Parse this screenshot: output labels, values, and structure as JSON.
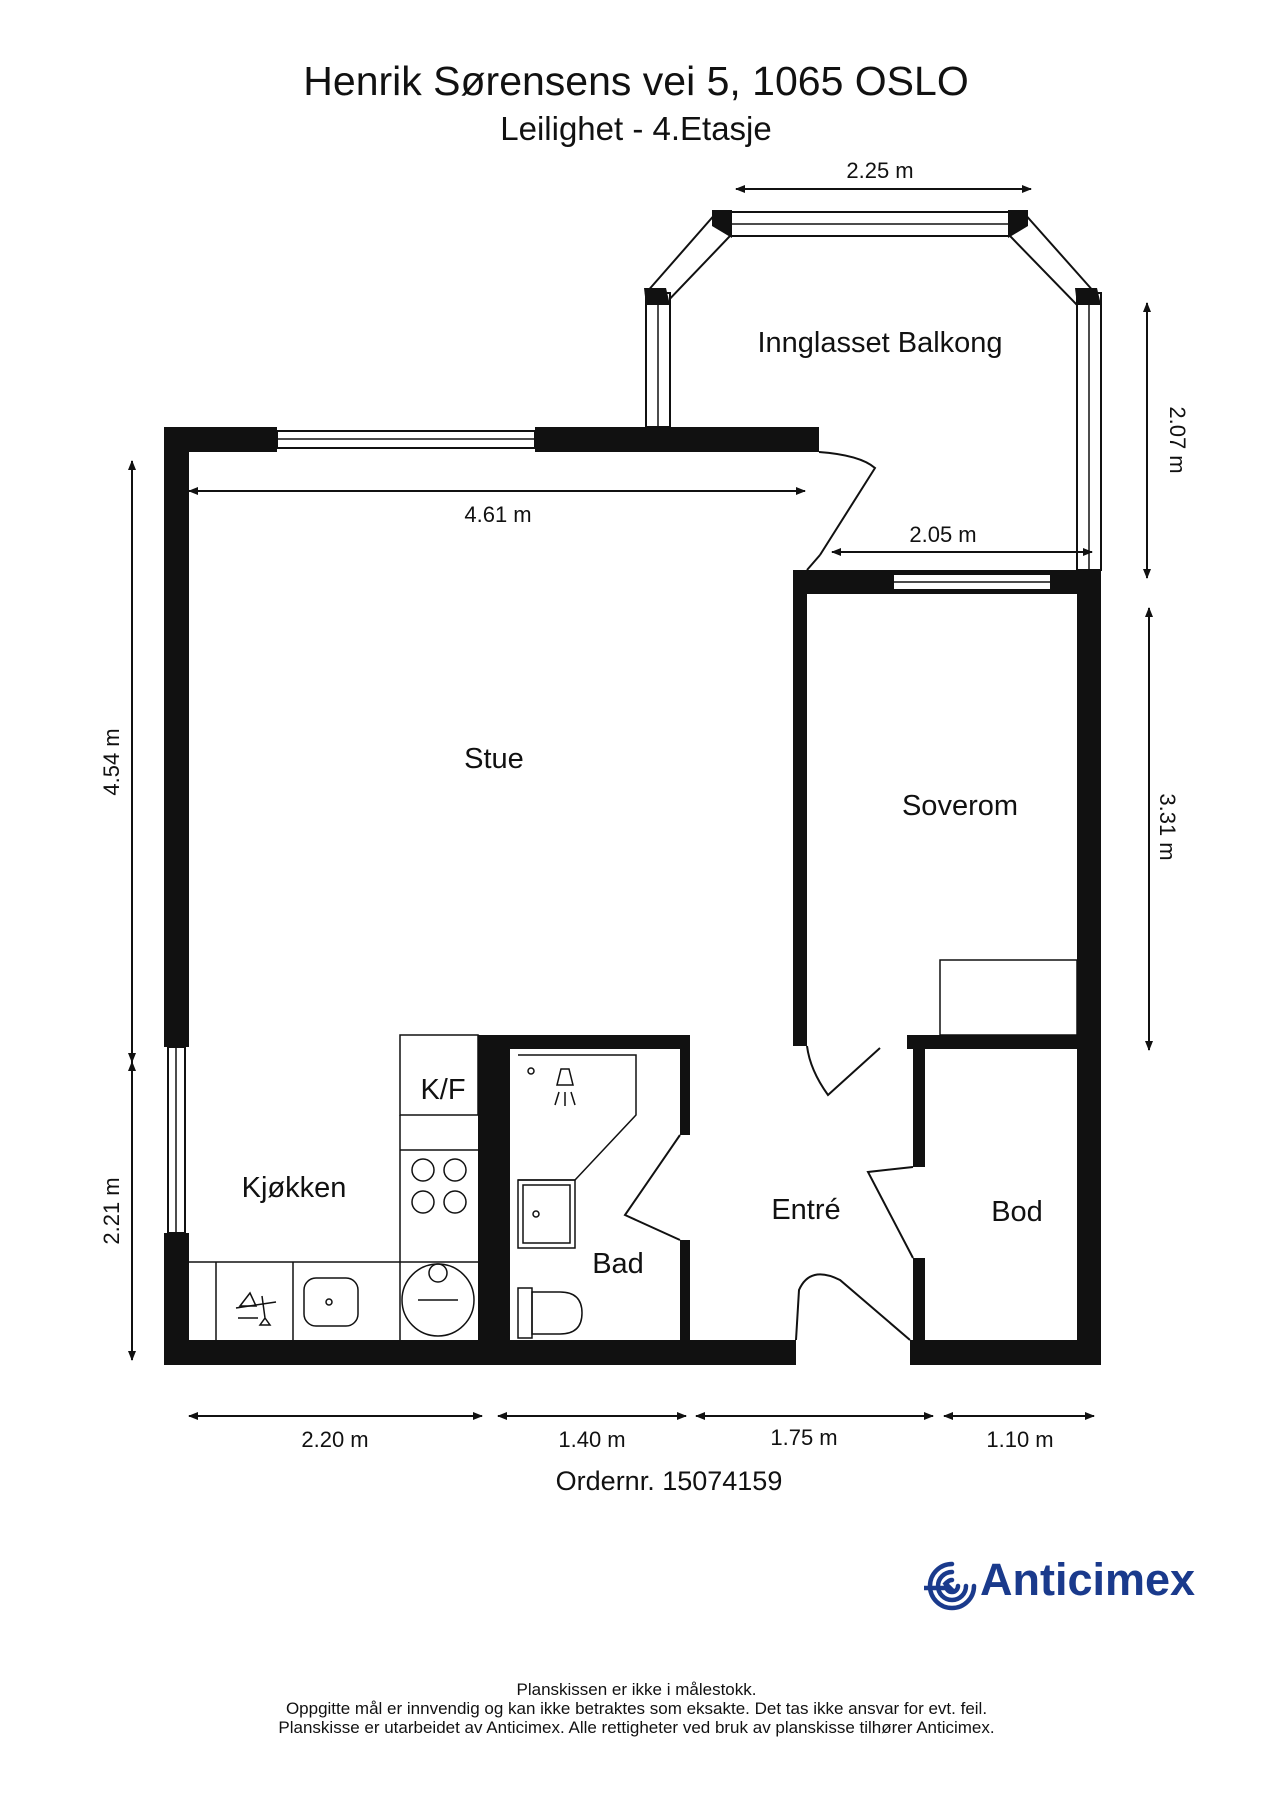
{
  "header": {
    "address": "Henrik Sørensens vei 5, 1065 OSLO",
    "unit": "Leilighet  - 4.Etasje"
  },
  "rooms": {
    "balcony": "Innglasset Balkong",
    "living": "Stue",
    "bedroom": "Soverom",
    "kitchen": "Kjøkken",
    "fridge": "K/F",
    "bath": "Bad",
    "entry": "Entré",
    "storage": "Bod"
  },
  "dimensions": {
    "balcony_width": "2.25 m",
    "balcony_depth": "2.07 m",
    "living_width": "4.61 m",
    "bedroom_width": "2.05 m",
    "living_depth": "4.54 m",
    "bedroom_depth": "3.31 m",
    "kitchen_depth": "2.21 m",
    "bottom_1": "2.20 m",
    "bottom_2": "1.40 m",
    "bottom_3": "1.75 m",
    "bottom_4": "1.10 m"
  },
  "order": "Ordernr. 15074159",
  "brand": {
    "name": "Anticimex",
    "color": "#1a3a8c"
  },
  "footer": {
    "line1": "Planskissen er ikke i målestokk.",
    "line2": "Oppgitte mål er innvendig og kan ikke betraktes som eksakte. Det tas ikke ansvar for evt. feil.",
    "line3": "Planskisse er utarbeidet av Anticimex. Alle rettigheter ved bruk av planskisse tilhører Anticimex."
  }
}
